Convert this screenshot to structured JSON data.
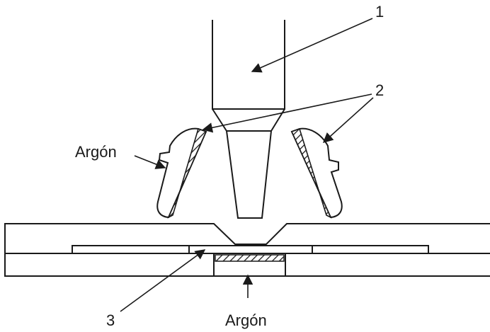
{
  "labels": {
    "part_1": "1",
    "part_2": "2",
    "part_3": "3",
    "gas_left": "Argón",
    "gas_bottom": "Argón"
  },
  "colors": {
    "line": "#1a1a1a",
    "background": "#ffffff"
  }
}
